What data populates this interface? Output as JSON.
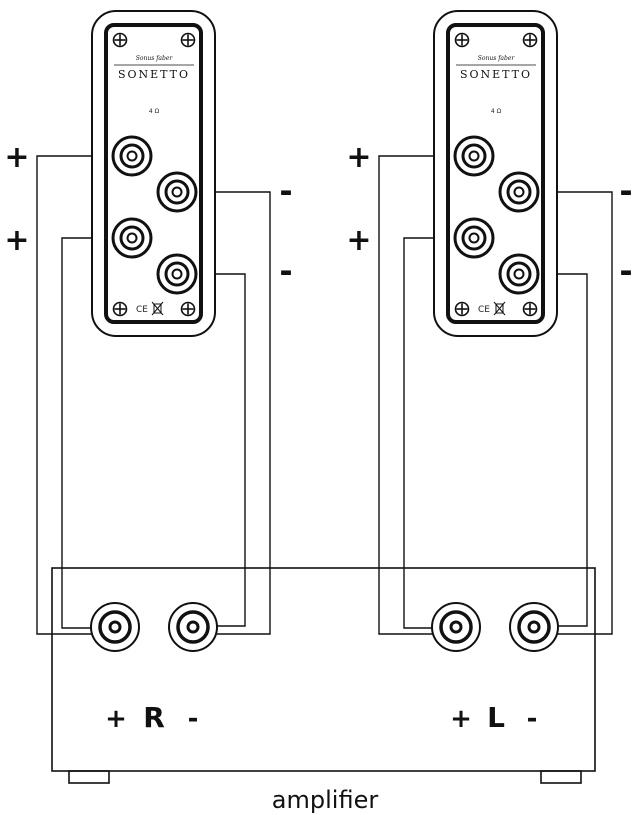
{
  "caption": "amplifier",
  "amplifier": {
    "right_channel": {
      "plus": "+",
      "label": "R",
      "minus": "-"
    },
    "left_channel": {
      "plus": "+",
      "label": "L",
      "minus": "-"
    }
  },
  "speakers": [
    {
      "brand_top": "Sonus faber",
      "brand": "SONETTO",
      "impedance": "4 Ω",
      "wire_labels": {
        "upper_plus": "+",
        "lower_plus": "+",
        "upper_minus": "-",
        "lower_minus": "-"
      },
      "ce_mark": "CE"
    },
    {
      "brand_top": "Sonus faber",
      "brand": "SONETTO",
      "impedance": "4 Ω",
      "wire_labels": {
        "upper_plus": "+",
        "lower_plus": "+",
        "upper_minus": "-",
        "lower_minus": "-"
      },
      "ce_mark": "CE"
    }
  ]
}
